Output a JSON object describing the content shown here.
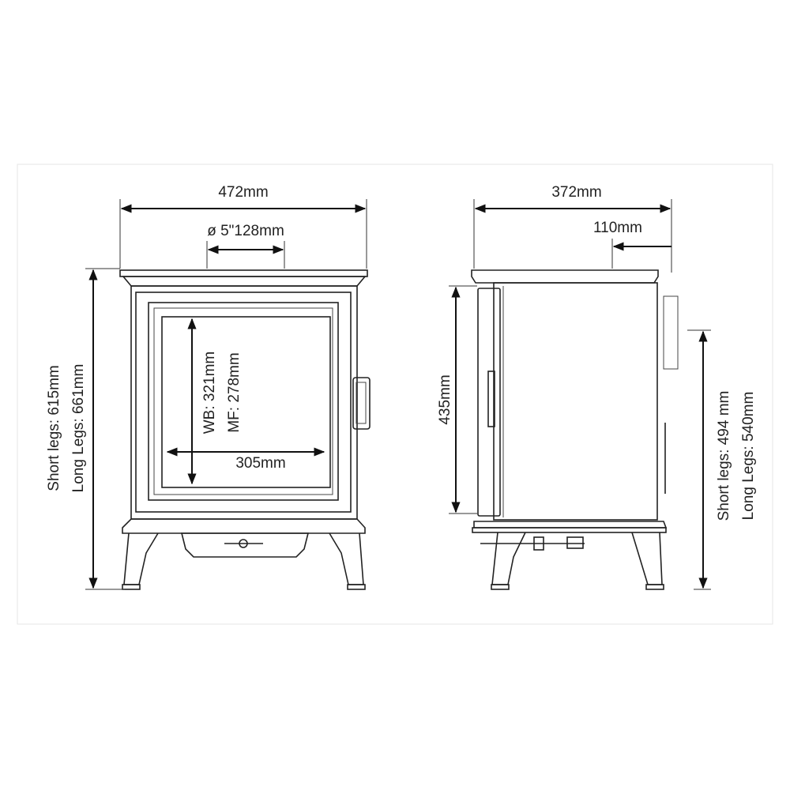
{
  "front_view": {
    "overall_width": "472mm",
    "flue_diameter": "ø 5\"128mm",
    "height_short_legs": "Short legs: 615mm",
    "height_long_legs": "Long Legs: 661mm",
    "window_height_wb": "WB: 321mm",
    "window_height_mf": "MF: 278mm",
    "window_width": "305mm"
  },
  "side_view": {
    "overall_depth": "372mm",
    "flue_offset": "110mm",
    "body_height": "435mm",
    "flue_height_short_legs": "Short legs: 494 mm",
    "flue_height_long_legs": "Long Legs: 540mm"
  },
  "colors": {
    "line": "#111111",
    "frame": "#e6e6e6",
    "background": "#ffffff"
  }
}
